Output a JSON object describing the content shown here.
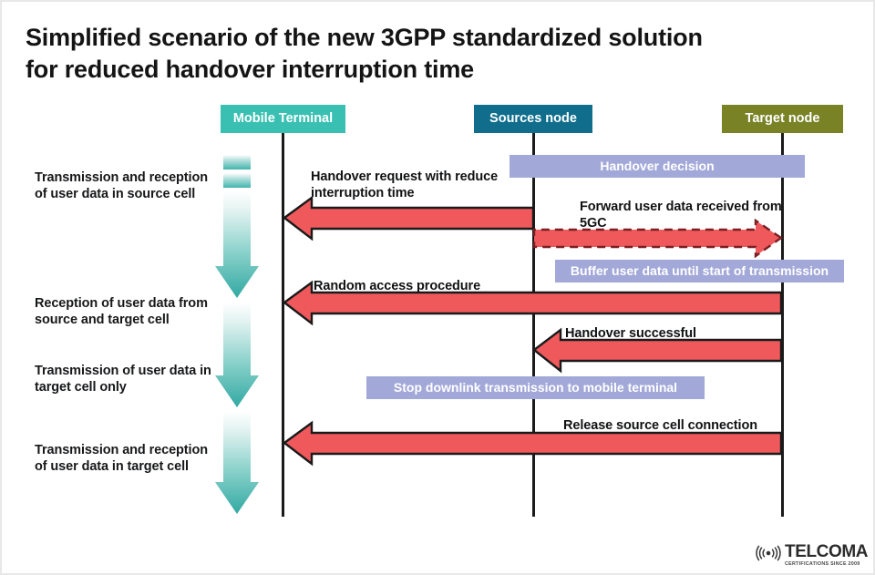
{
  "slide": {
    "title_line_1": "Simplified scenario of the new 3GPP standardized solution",
    "title_line_2": "for reduced handover interruption time",
    "background": "#ffffff"
  },
  "colors": {
    "mobile_node": "#3ac0b2",
    "source_node": "#106e8c",
    "target_node": "#7a8226",
    "note_box": "#a2a8d8",
    "arrow_red": "#f0595c",
    "arrow_outline": "#1a1a1a",
    "dashed_arrow_outline": "#7a1f22",
    "teal_arrow": "#41b5ad",
    "lifeline": "#1a1a1a",
    "title_text": "#141414"
  },
  "nodes": [
    {
      "id": "mobile",
      "label": "Mobile Terminal",
      "color": "#3ac0b2"
    },
    {
      "id": "source",
      "label": "Sources  node",
      "color": "#106e8c"
    },
    {
      "id": "target",
      "label": "Target node",
      "color": "#7a8226"
    }
  ],
  "side_labels": [
    {
      "id": "source-cell",
      "text": "Transmission and reception of user data in source cell"
    },
    {
      "id": "source-and-target",
      "text": "Reception of user data from source and target cell"
    },
    {
      "id": "target-only",
      "text": "Transmission of user data in target cell only"
    },
    {
      "id": "target-cell",
      "text": "Transmission and reception of user data in target cell"
    }
  ],
  "notes": [
    {
      "id": "handover-decision",
      "text": "Handover decision"
    },
    {
      "id": "buffer-user-data",
      "text": "Buffer user data until start of transmission"
    },
    {
      "id": "stop-downlink",
      "text": "Stop downlink transmission to mobile terminal"
    }
  ],
  "messages": [
    {
      "id": "handover-request",
      "text": "Handover request with reduce interruption time",
      "from": "source",
      "to": "mobile",
      "direction": "left",
      "style": "solid"
    },
    {
      "id": "forward-user-data",
      "text": "Forward user data received from 5GC",
      "from": "source",
      "to": "target",
      "direction": "right",
      "style": "dashed"
    },
    {
      "id": "random-access",
      "text": "Random access procedure",
      "from": "target",
      "to": "mobile",
      "direction": "left",
      "style": "solid"
    },
    {
      "id": "handover-successful",
      "text": "Handover successful",
      "from": "target",
      "to": "source",
      "direction": "left",
      "style": "solid"
    },
    {
      "id": "release-source-cell",
      "text": "Release source cell connection",
      "from": "target",
      "to": "mobile",
      "direction": "left",
      "style": "solid"
    }
  ],
  "teal_flow": {
    "description": "Continuous downward user-data flow at the mobile terminal",
    "segments": 3,
    "ticks": 2
  },
  "logo": {
    "name": "TELCOMA",
    "tagline": "CERTIFICATIONS SINCE 2009",
    "icon": "signal-waves-icon"
  }
}
